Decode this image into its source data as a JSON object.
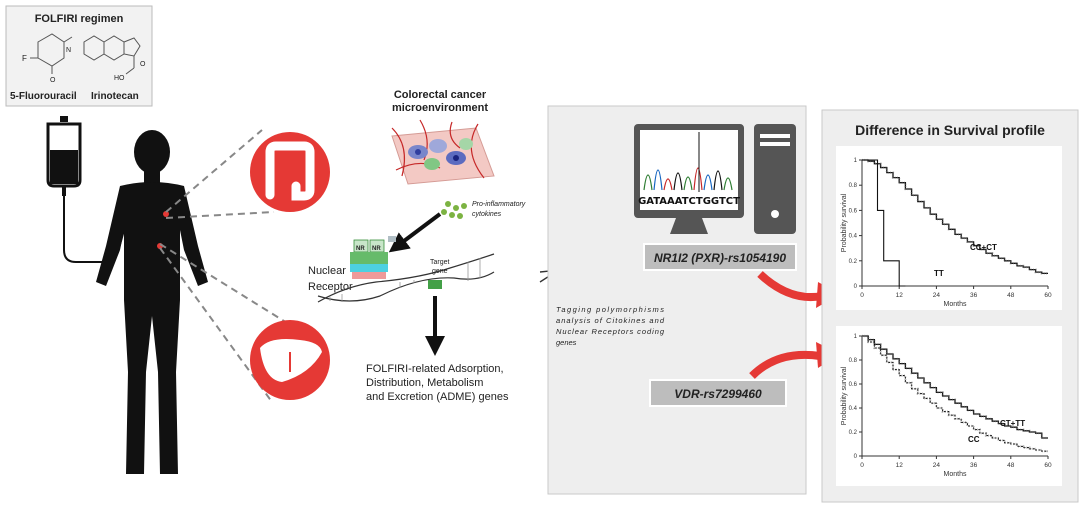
{
  "drug_box": {
    "title": "FOLFIRI regimen",
    "drug1": "5-Fluorouracil",
    "drug2": "Irinotecan",
    "atom_f": "F",
    "atom_n": "N",
    "atom_o": "O",
    "atom_ho": "HO"
  },
  "microenv": {
    "title_line1": "Colorectal cancer",
    "title_line2": "microenvironment",
    "cytokines_line1": "Pro-inflammatory",
    "cytokines_line2": "cytokines"
  },
  "nuclear": {
    "label1": "Nuclear",
    "label2": "Receptor",
    "nr": "NR",
    "target_line1": "Target",
    "target_line2": "gene"
  },
  "adme": {
    "line1": "FOLFIRI-related Adsorption,",
    "line2": "Distribution, Metabolism",
    "line3": "and Excretion (ADME) genes"
  },
  "analysis": {
    "sequence": "GATAAATCTGGTCT",
    "tagging_line1": "Tagging polymorphisms",
    "tagging_line2": "analysis of Citokines and",
    "tagging_line3": "Nuclear Receptors coding",
    "tagging_line4": "genes",
    "snp1": "NR1I2 (PXR)-rs1054190",
    "snp2": "VDR-rs7299460"
  },
  "survival": {
    "title": "Difference in Survival profile"
  },
  "chart_data": [
    {
      "type": "line",
      "xlabel": "Months",
      "ylabel": "Probability survival",
      "xlim": [
        0,
        60
      ],
      "ylim": [
        0,
        1
      ],
      "xticks": [
        "0",
        "12",
        "24",
        "36",
        "48",
        "60"
      ],
      "yticks": [
        "0",
        "0.2",
        "0.4",
        "0.6",
        "0.8",
        "1"
      ],
      "series": [
        {
          "name": "CC+CT",
          "points": [
            [
              0,
              1
            ],
            [
              2,
              0.99
            ],
            [
              4,
              0.97
            ],
            [
              6,
              0.94
            ],
            [
              8,
              0.9
            ],
            [
              10,
              0.86
            ],
            [
              12,
              0.82
            ],
            [
              14,
              0.77
            ],
            [
              16,
              0.72
            ],
            [
              18,
              0.67
            ],
            [
              20,
              0.62
            ],
            [
              22,
              0.57
            ],
            [
              24,
              0.53
            ],
            [
              26,
              0.49
            ],
            [
              28,
              0.45
            ],
            [
              30,
              0.41
            ],
            [
              32,
              0.38
            ],
            [
              34,
              0.35
            ],
            [
              36,
              0.32
            ],
            [
              38,
              0.29
            ],
            [
              40,
              0.26
            ],
            [
              42,
              0.24
            ],
            [
              44,
              0.22
            ],
            [
              46,
              0.2
            ],
            [
              48,
              0.18
            ],
            [
              50,
              0.16
            ],
            [
              52,
              0.15
            ],
            [
              54,
              0.13
            ],
            [
              56,
              0.11
            ],
            [
              58,
              0.1
            ],
            [
              60,
              0.1
            ]
          ]
        },
        {
          "name": "TT",
          "points": [
            [
              0,
              1
            ],
            [
              5,
              1
            ],
            [
              5,
              0.6
            ],
            [
              7,
              0.6
            ],
            [
              7,
              0.2
            ],
            [
              12,
              0.2
            ],
            [
              12,
              0
            ],
            [
              14,
              0
            ]
          ]
        }
      ]
    },
    {
      "type": "line",
      "xlabel": "Months",
      "ylabel": "Probability survival",
      "xlim": [
        0,
        60
      ],
      "ylim": [
        0,
        1
      ],
      "xticks": [
        "0",
        "12",
        "24",
        "36",
        "48",
        "60"
      ],
      "yticks": [
        "0",
        "0.2",
        "0.4",
        "0.6",
        "0.8",
        "1"
      ],
      "series": [
        {
          "name": "CT+TT",
          "points": [
            [
              0,
              1
            ],
            [
              2,
              0.97
            ],
            [
              4,
              0.93
            ],
            [
              6,
              0.89
            ],
            [
              8,
              0.85
            ],
            [
              10,
              0.81
            ],
            [
              12,
              0.77
            ],
            [
              14,
              0.73
            ],
            [
              16,
              0.69
            ],
            [
              18,
              0.65
            ],
            [
              20,
              0.61
            ],
            [
              22,
              0.57
            ],
            [
              24,
              0.53
            ],
            [
              26,
              0.5
            ],
            [
              28,
              0.47
            ],
            [
              30,
              0.44
            ],
            [
              32,
              0.41
            ],
            [
              34,
              0.38
            ],
            [
              36,
              0.35
            ],
            [
              38,
              0.33
            ],
            [
              40,
              0.31
            ],
            [
              42,
              0.29
            ],
            [
              44,
              0.27
            ],
            [
              46,
              0.25
            ],
            [
              48,
              0.24
            ],
            [
              50,
              0.22
            ],
            [
              52,
              0.21
            ],
            [
              54,
              0.2
            ],
            [
              56,
              0.19
            ],
            [
              58,
              0.15
            ],
            [
              60,
              0.15
            ]
          ]
        },
        {
          "name": "CC",
          "points": [
            [
              0,
              1
            ],
            [
              2,
              0.95
            ],
            [
              4,
              0.9
            ],
            [
              6,
              0.84
            ],
            [
              8,
              0.78
            ],
            [
              10,
              0.72
            ],
            [
              12,
              0.67
            ],
            [
              14,
              0.61
            ],
            [
              16,
              0.56
            ],
            [
              18,
              0.52
            ],
            [
              20,
              0.48
            ],
            [
              22,
              0.44
            ],
            [
              24,
              0.4
            ],
            [
              26,
              0.37
            ],
            [
              28,
              0.34
            ],
            [
              30,
              0.31
            ],
            [
              32,
              0.28
            ],
            [
              34,
              0.25
            ],
            [
              36,
              0.22
            ],
            [
              38,
              0.19
            ],
            [
              40,
              0.17
            ],
            [
              42,
              0.15
            ],
            [
              44,
              0.13
            ],
            [
              46,
              0.11
            ],
            [
              48,
              0.1
            ],
            [
              50,
              0.08
            ],
            [
              52,
              0.07
            ],
            [
              54,
              0.06
            ],
            [
              56,
              0.05
            ],
            [
              58,
              0.04
            ],
            [
              60,
              0.04
            ]
          ]
        }
      ]
    }
  ]
}
